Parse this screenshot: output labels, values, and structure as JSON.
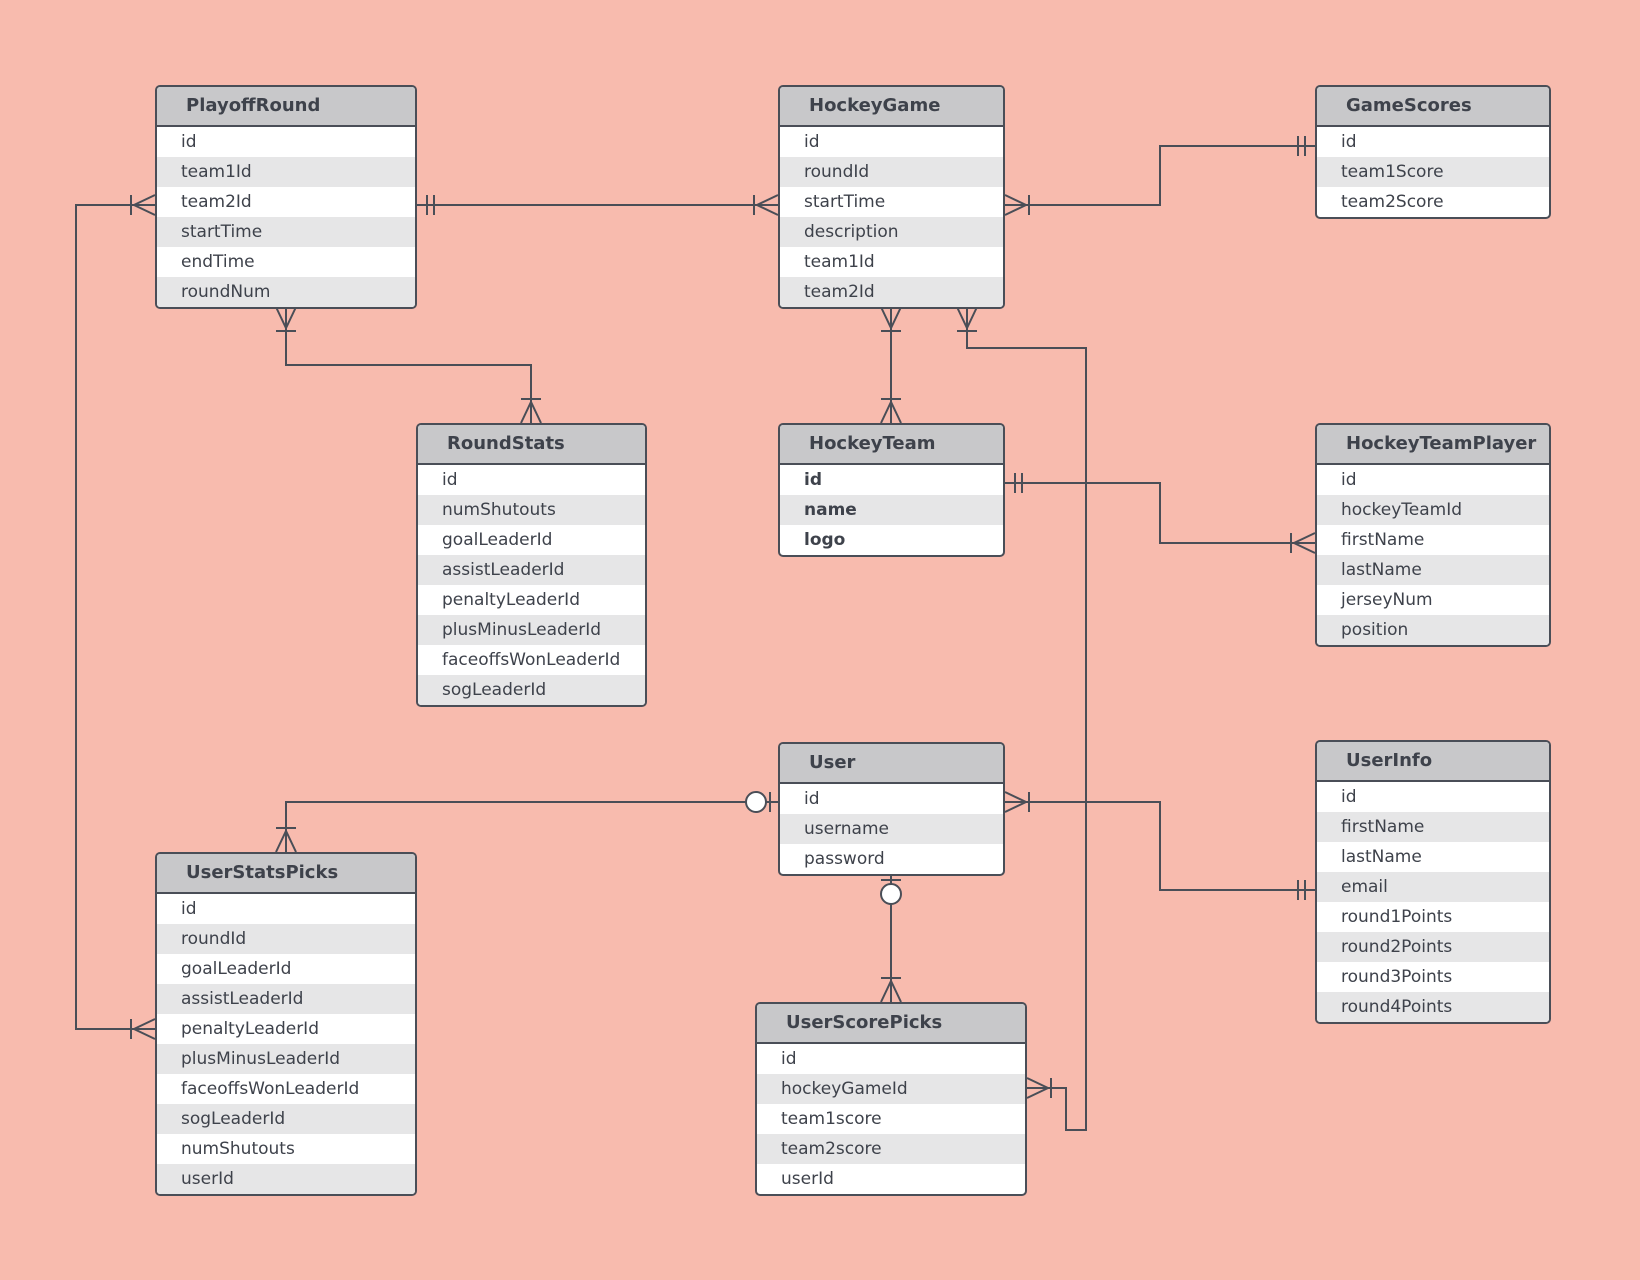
{
  "colors": {
    "background": "#f8bbae",
    "header": "#c8c8ca",
    "line": "#4a4e57",
    "row_alt": "#e6e6e7"
  },
  "entities": {
    "playoffround": {
      "title": "PlayoffRound",
      "fields": [
        "id",
        "team1Id",
        "team2Id",
        "startTime",
        "endTime",
        "roundNum"
      ]
    },
    "hockeygame": {
      "title": "HockeyGame",
      "fields": [
        "id",
        "roundId",
        "startTime",
        "description",
        "team1Id",
        "team2Id"
      ]
    },
    "gamescores": {
      "title": "GameScores",
      "fields": [
        "id",
        "team1Score",
        "team2Score"
      ]
    },
    "roundstats": {
      "title": "RoundStats",
      "fields": [
        "id",
        "numShutouts",
        "goalLeaderId",
        "assistLeaderId",
        "penaltyLeaderId",
        "plusMinusLeaderId",
        "faceoffsWonLeaderId",
        "sogLeaderId"
      ]
    },
    "hockeyteam": {
      "title": "HockeyTeam",
      "fields": [
        "id",
        "name",
        "logo"
      ]
    },
    "hockeyteamplayer": {
      "title": "HockeyTeamPlayer",
      "fields": [
        "id",
        "hockeyTeamId",
        "firstName",
        "lastName",
        "jerseyNum",
        "position"
      ]
    },
    "user": {
      "title": "User",
      "fields": [
        "id",
        "username",
        "password"
      ]
    },
    "userinfo": {
      "title": "UserInfo",
      "fields": [
        "id",
        "firstName",
        "lastName",
        "email",
        "round1Points",
        "round2Points",
        "round3Points",
        "round4Points"
      ]
    },
    "userstatspicks": {
      "title": "UserStatsPicks",
      "fields": [
        "id",
        "roundId",
        "goalLeaderId",
        "assistLeaderId",
        "penaltyLeaderId",
        "plusMinusLeaderId",
        "faceoffsWonLeaderId",
        "sogLeaderId",
        "numShutouts",
        "userId"
      ]
    },
    "userscorepicks": {
      "title": "UserScorePicks",
      "fields": [
        "id",
        "hockeyGameId",
        "team1score",
        "team2score",
        "userId"
      ]
    }
  },
  "relationships": [
    {
      "from": "playoffround",
      "to": "hockeygame",
      "from_end": "one-and-only-one",
      "to_end": "one-or-many"
    },
    {
      "from": "hockeygame",
      "to": "gamescores",
      "from_end": "one-or-many",
      "to_end": "one-and-only-one"
    },
    {
      "from": "playoffround",
      "to": "roundstats",
      "from_end": "one-or-many",
      "to_end": "one-or-many"
    },
    {
      "from": "playoffround",
      "to": "userstatspicks",
      "from_end": "one-or-many",
      "to_end": "one-or-many"
    },
    {
      "from": "hockeygame",
      "to": "hockeyteam",
      "from_end": "one-or-many",
      "to_end": "one-or-many"
    },
    {
      "from": "hockeygame",
      "to": "userscorepicks",
      "from_end": "one-or-many",
      "to_end": "one-or-many"
    },
    {
      "from": "hockeyteam",
      "to": "hockeyteamplayer",
      "from_end": "one-and-only-one",
      "to_end": "one-or-many"
    },
    {
      "from": "user",
      "to": "userstatspicks",
      "from_end": "zero-or-one",
      "to_end": "one-or-many"
    },
    {
      "from": "user",
      "to": "userinfo",
      "from_end": "one-or-many",
      "to_end": "one-and-only-one"
    },
    {
      "from": "user",
      "to": "userscorepicks",
      "from_end": "zero-or-one",
      "to_end": "one-or-many"
    }
  ]
}
